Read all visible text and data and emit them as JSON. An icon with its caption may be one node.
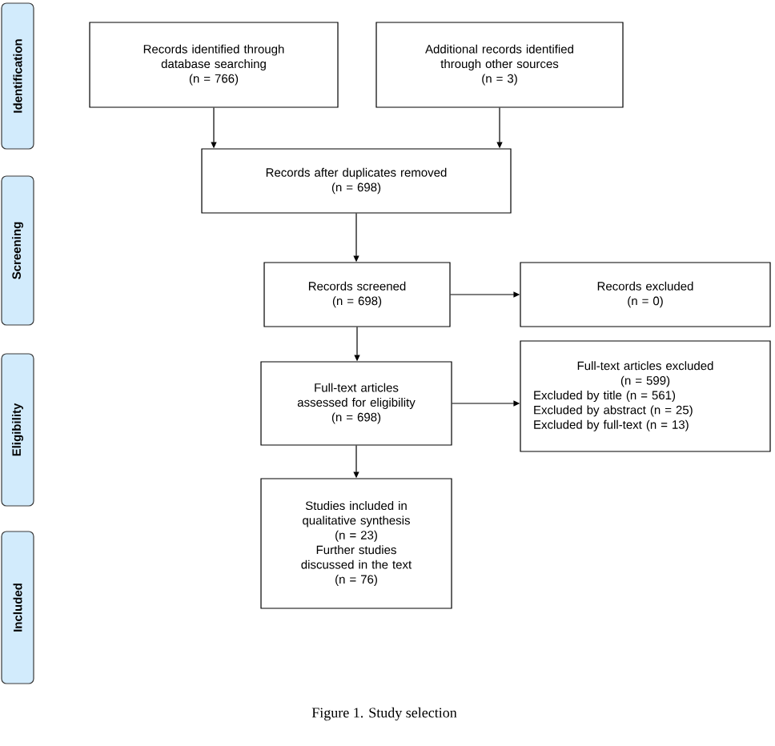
{
  "diagram": {
    "caption": "Figure 1. Study selection",
    "nodes": [
      {
        "text": [
          "Identification"
        ]
      },
      {
        "text": [
          "Screening"
        ]
      },
      {
        "text": [
          "Eligibility"
        ]
      },
      {
        "text": [
          "Included"
        ]
      },
      {
        "text": [
          "Records identified through database searching",
          "(n = 766)"
        ]
      },
      {
        "text": [
          "Additional records identified through other sources",
          "(n = 3)"
        ]
      },
      {
        "text": [
          "Records after duplicates removed",
          "(n = 698)"
        ]
      },
      {
        "text": [
          "Records screened",
          "(n = 698)"
        ]
      },
      {
        "text": [
          "Records excluded",
          "(n = 0)"
        ]
      },
      {
        "text": [
          "Full-text articles assessed for eligibility",
          "(n = 698)"
        ]
      },
      {
        "text": [
          "Full-text articles excluded",
          "(n = 599)",
          "Excluded by title (n = 561)",
          "Excluded by abstract (n = 25)",
          "Excluded by full-text (n = 13)"
        ]
      },
      {
        "text": [
          "Studies included in qualitative synthesis",
          "(n = 23)",
          "Further studies discussed in the text",
          "(n = 76)"
        ]
      }
    ],
    "edges": [
      {
        "from": 4,
        "to": 6,
        "arrow": "to"
      },
      {
        "from": 5,
        "to": 6,
        "arrow": "to"
      },
      {
        "from": 6,
        "to": 7,
        "arrow": "to"
      },
      {
        "from": 7,
        "to": 8,
        "arrow": "to"
      },
      {
        "from": 7,
        "to": 9,
        "arrow": "to"
      },
      {
        "from": 9,
        "to": 10,
        "arrow": "to"
      },
      {
        "from": 9,
        "to": 11,
        "arrow": "to"
      }
    ]
  }
}
